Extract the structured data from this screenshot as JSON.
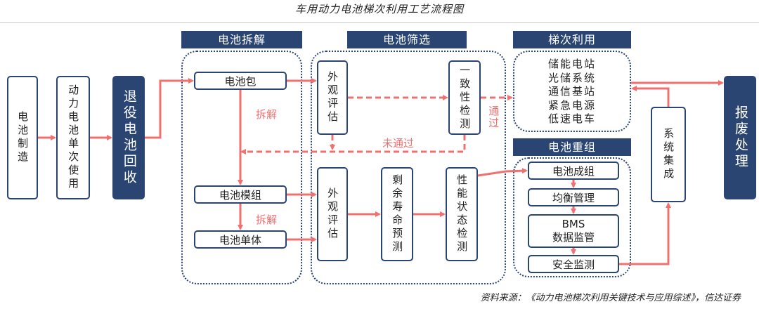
{
  "title": "车用动力电池梯次利用工艺流程图",
  "source": "资料来源：《动力电池梯次利用关键技术与应用综述》，信达证券",
  "headers": {
    "disassembly": "电池拆解",
    "screening": "电池筛选",
    "cascade_use": "梯次利用",
    "regroup": "电池重组"
  },
  "boxes": {
    "manufacture": "电池制造",
    "single_use": "动力电池单次使用",
    "retire": "退役电池回收",
    "pack": "电池包",
    "module": "电池模组",
    "cell": "电池单体",
    "appearance_1": "外观评估",
    "appearance_2": "外观评估",
    "consistency": "一致性检测",
    "remaining_life": "剩余寿命预测",
    "performance": "性能状态检测",
    "integration": "系统集成",
    "scrap": "报废处理",
    "group_build": "电池成组",
    "balance": "均衡管理",
    "bms_line1": "BMS",
    "bms_line2": "数据监管",
    "safety": "安全监测"
  },
  "applications": [
    "储能电站",
    "光储系统",
    "通信基站",
    "紧急电源",
    "低速电车"
  ],
  "labels": {
    "disassemble_1": "拆解",
    "disassemble_2": "拆解",
    "pass": "通过",
    "fail": "未通过"
  },
  "colors": {
    "navy": "#2a4572",
    "arrow": "#f07070"
  }
}
